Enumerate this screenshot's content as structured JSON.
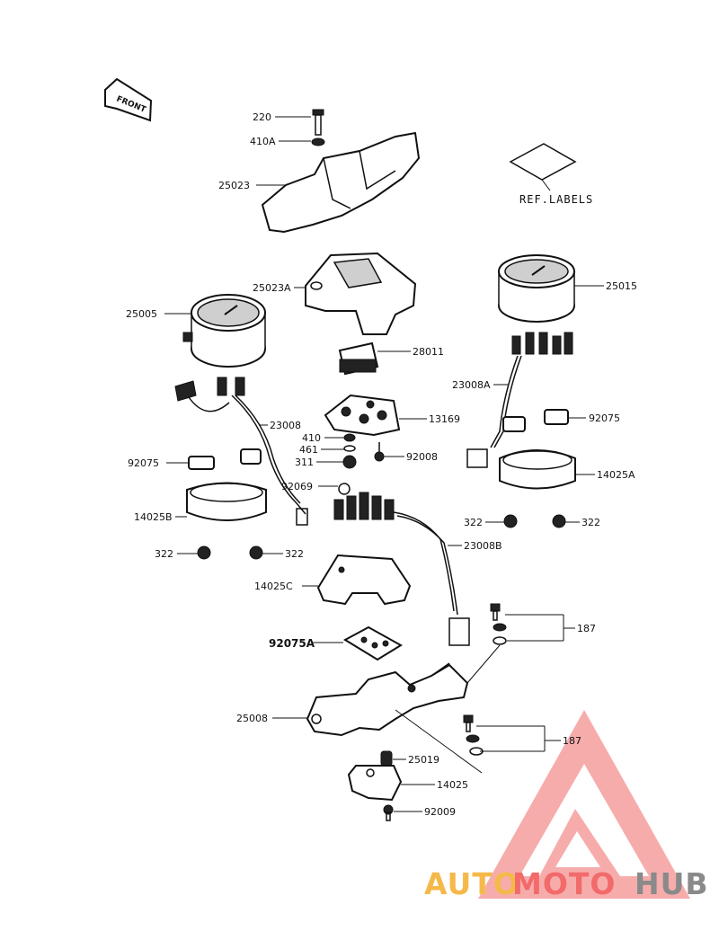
{
  "orientation": {
    "front_label": "FRONT"
  },
  "ref_labels": "REF.LABELS",
  "parts": {
    "p220": "220",
    "p410A": "410A",
    "p25023": "25023",
    "p25023A": "25023A",
    "p25005": "25005",
    "p25015": "25015",
    "p28011": "28011",
    "p23008": "23008",
    "p23008A": "23008A",
    "p13169": "13169",
    "p92075_left": "92075",
    "p92075_right": "92075",
    "p410": "410",
    "p461": "461",
    "p311": "311",
    "p92008": "92008",
    "p14025A": "14025A",
    "p92069": "92069",
    "p14025B": "14025B",
    "p322_right_a": "322",
    "p322_right_b": "322",
    "p322_left_a": "322",
    "p322_left_b": "322",
    "p23008B": "23008B",
    "p14025C": "14025C",
    "p187_upper": "187",
    "p92075A": "92075A",
    "p25008": "25008",
    "p187_lower": "187",
    "p25019": "25019",
    "p14025": "14025",
    "p92009": "92009"
  },
  "watermark": {
    "auto": "AUTO",
    "moto": "MOTO",
    "hub": "HUB",
    "color_auto": "#f5b94a",
    "color_moto": "#f26a6a",
    "color_hub": "#8a8a8a"
  }
}
